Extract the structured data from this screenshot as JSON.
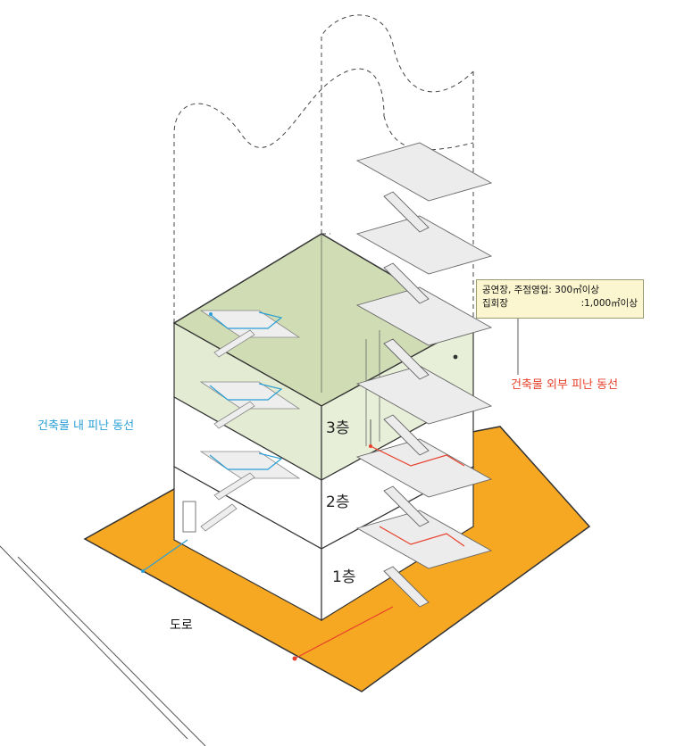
{
  "floors": {
    "f1": "1층",
    "f2": "2층",
    "f3": "3층"
  },
  "labels": {
    "internal_route": "건축물 내 피난 동선",
    "external_route": "건축물 외부 피난 동선",
    "road": "도로"
  },
  "callout": {
    "line1": "공연장, 주점영업: 300㎡이상",
    "line2_left": "집회장",
    "line2_right": ":1,000㎡이상"
  },
  "colors": {
    "site": "#f7a823",
    "internal_route": "#2a9fd6",
    "external_route": "#e8402a",
    "upper_volume": "#dfe8cc",
    "callout_bg": "#fbf6cf"
  }
}
